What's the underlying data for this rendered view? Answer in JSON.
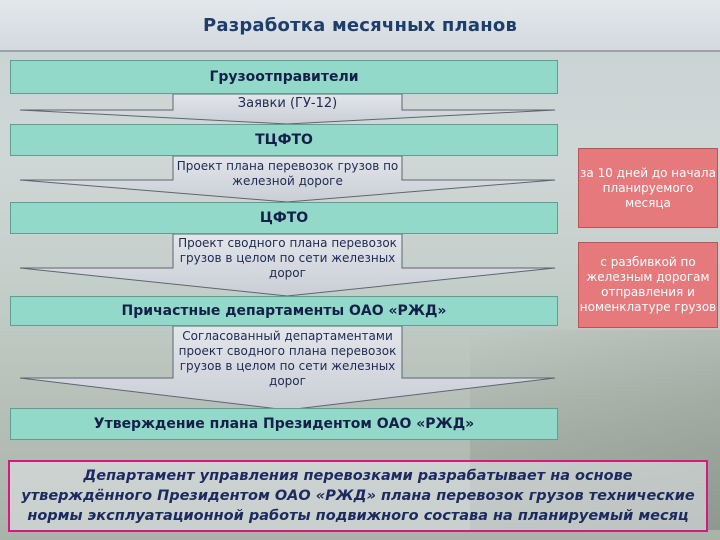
{
  "title": "Разработка месячных планов",
  "bands": {
    "b1": "Грузоотправители",
    "b2": "ТЦФТО",
    "b3": "ЦФТО",
    "b4": "Причастные департаменты ОАО «РЖД»",
    "b5": "Утверждение плана Президентом ОАО «РЖД»"
  },
  "arrows": {
    "a1": "Заявки (ГУ-12)",
    "a2": "Проект плана перевозок грузов по железной дороге",
    "a3": "Проект сводного плана перевозок грузов в целом по сети железных дорог",
    "a4": "Согласованный департаментами проект сводного плана перевозок грузов в целом по сети железных дорог"
  },
  "notes": {
    "n1": "за 10 дней до начала планируемого месяца",
    "n2": "с разбивкой по железным дорогам отправления и номенклатуре грузов"
  },
  "footer": "Департамент управления перевозками разрабатывает на основе утверждённого Президентом ОАО «РЖД» плана перевозок грузов технические нормы эксплуатационной работы подвижного состава на планируемый месяц",
  "colors": {
    "band": "#93d9c9",
    "note": "#e5797b",
    "footer_border": "#d51a7d",
    "title_text": "#1d3d6b"
  }
}
